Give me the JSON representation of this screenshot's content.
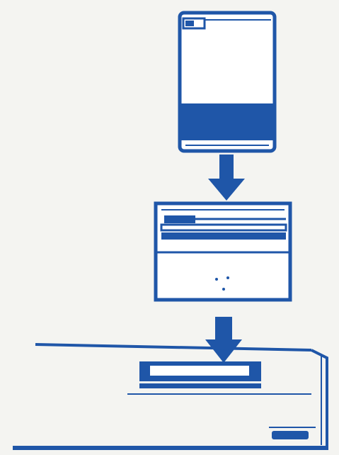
{
  "diagram": {
    "description_visible_text": "",
    "colors": {
      "ink": "#1f56a8",
      "paper": "#f4f4f1",
      "panel": "#ffffff"
    },
    "icons": {
      "cartridge": "game-cartridge-icon",
      "adapter": "cartridge-adapter-icon",
      "console": "game-console-icon",
      "arrow": "down-arrow-icon"
    },
    "steps": [
      {
        "id": "cartridge",
        "icon": "game-cartridge-icon"
      },
      {
        "id": "adapter",
        "icon": "cartridge-adapter-icon"
      },
      {
        "id": "console",
        "icon": "game-console-icon"
      }
    ]
  }
}
